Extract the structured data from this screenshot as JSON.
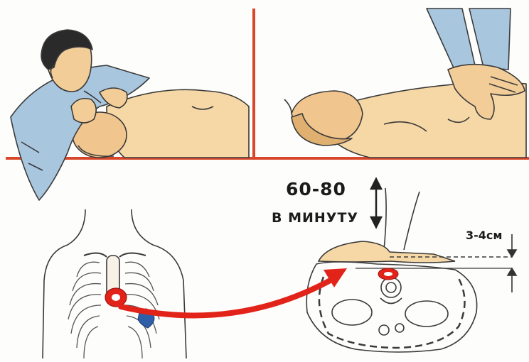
{
  "labels": {
    "rate_value": "60-80",
    "rate_unit": "В МИНУТУ",
    "depth": "3-4см"
  },
  "colors": {
    "frame_line": "#d9472b",
    "arrow": "#e2231a",
    "skin": "#f6d7a6",
    "skin_shade": "#e8b27a",
    "jacket": "#a9c6df",
    "hair": "#2a2a2a",
    "ink": "#333333"
  },
  "icons": [
    "mouth-to-mouth-figure",
    "chest-compression-figure",
    "ribcage-figure",
    "chest-cross-section-figure",
    "up-down-arrow-icon",
    "depth-marker-icon",
    "compression-arrow-icon"
  ]
}
